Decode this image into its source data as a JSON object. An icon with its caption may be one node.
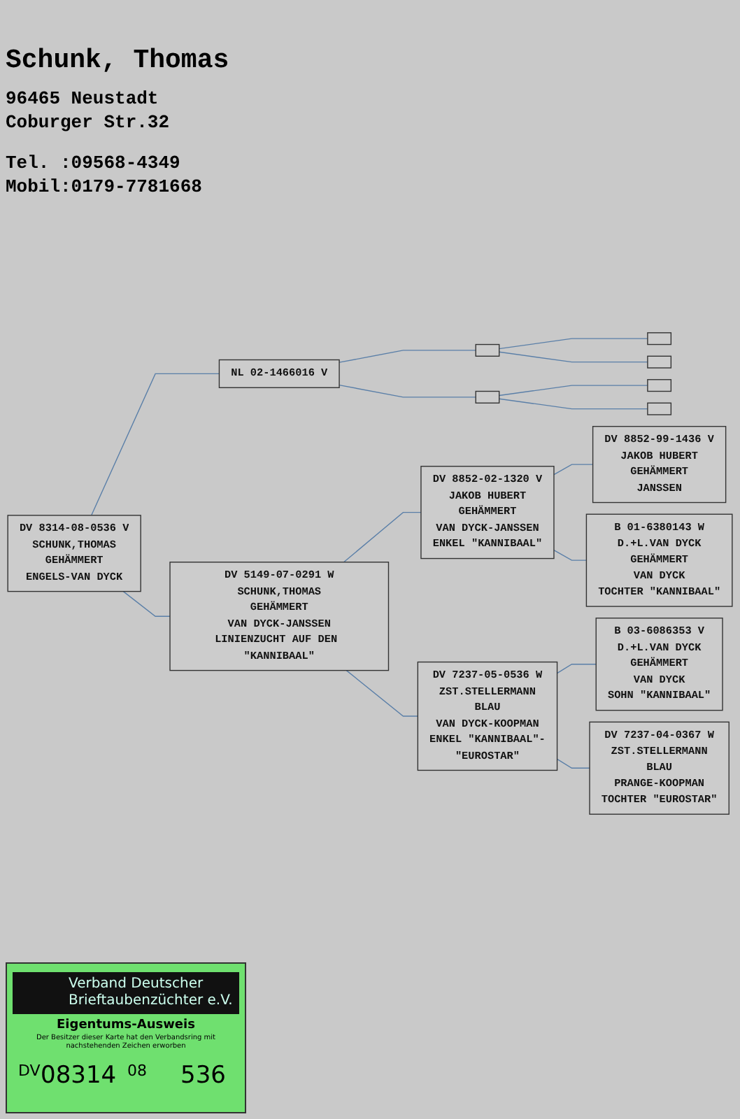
{
  "diagram": {
    "nodes": [
      {
        "text": [
          "DV 8314-08-0536 V",
          "SCHUNK,THOMAS",
          "GEHÄMMERT",
          "ENGELS-VAN DYCK"
        ]
      },
      {
        "text": [
          "NL 02-1466016 V"
        ]
      },
      {
        "text": [
          "DV 5149-07-0291 W",
          "SCHUNK,THOMAS",
          "GEHÄMMERT",
          "VAN DYCK-JANSSEN",
          "LINIENZUCHT AUF DEN \"KANNIBAAL\""
        ]
      },
      {
        "text": [],
        "shape": "box"
      },
      {
        "text": [],
        "shape": "box"
      },
      {
        "text": [
          "DV 8852-02-1320 V",
          "JAKOB HUBERT",
          "GEHÄMMERT",
          "VAN DYCK-JANSSEN",
          "ENKEL \"KANNIBAAL\""
        ]
      },
      {
        "text": [
          "DV 7237-05-0536 W",
          "ZST.STELLERMANN",
          "BLAU",
          "VAN DYCK-KOOPMAN",
          "ENKEL \"KANNIBAAL\"-",
          "\"EUROSTAR\""
        ]
      },
      {
        "text": [],
        "shape": "box"
      },
      {
        "text": [],
        "shape": "box"
      },
      {
        "text": [],
        "shape": "box"
      },
      {
        "text": [],
        "shape": "box"
      },
      {
        "text": [
          "DV 8852-99-1436 V",
          "JAKOB HUBERT",
          "GEHÄMMERT",
          "JANSSEN"
        ]
      },
      {
        "text": [
          "B 01-6380143 W",
          "D.+L.VAN DYCK",
          "GEHÄMMERT",
          "VAN DYCK",
          "TOCHTER \"KANNIBAAL\""
        ]
      },
      {
        "text": [
          "B 03-6086353 V",
          "D.+L.VAN DYCK",
          "GEHÄMMERT",
          "VAN DYCK",
          "SOHN \"KANNIBAAL\""
        ]
      },
      {
        "text": [
          "DV 7237-04-0367 W",
          "ZST.STELLERMANN",
          "BLAU",
          "PRANGE-KOOPMAN",
          "TOCHTER \"EUROSTAR\""
        ]
      }
    ],
    "edges": [
      {
        "from": 0,
        "to": 1,
        "arrow": "none"
      },
      {
        "from": 0,
        "to": 2,
        "arrow": "none"
      },
      {
        "from": 1,
        "to": 3,
        "arrow": "none"
      },
      {
        "from": 1,
        "to": 4,
        "arrow": "none"
      },
      {
        "from": 2,
        "to": 5,
        "arrow": "none"
      },
      {
        "from": 2,
        "to": 6,
        "arrow": "none"
      },
      {
        "from": 3,
        "to": 7,
        "arrow": "none"
      },
      {
        "from": 3,
        "to": 8,
        "arrow": "none"
      },
      {
        "from": 4,
        "to": 9,
        "arrow": "none"
      },
      {
        "from": 4,
        "to": 10,
        "arrow": "none"
      },
      {
        "from": 5,
        "to": 11,
        "arrow": "none"
      },
      {
        "from": 5,
        "to": 12,
        "arrow": "none"
      },
      {
        "from": 6,
        "to": 13,
        "arrow": "none"
      },
      {
        "from": 6,
        "to": 14,
        "arrow": "none"
      }
    ],
    "labels": [
      "Schunk, Thomas",
      "96465 Neustadt",
      "Coburger Str.32",
      "Tel. :09568-4349",
      "Mobil:0179-7781668",
      "Verband Deutscher Brieftaubenzüchter e.V.",
      "Eigentums-Ausweis",
      "Der Besitzer dieser Karte hat den Verbandsring mit nachstehenden Zeichen erworben",
      "DV",
      "08314",
      "08",
      "536"
    ]
  }
}
